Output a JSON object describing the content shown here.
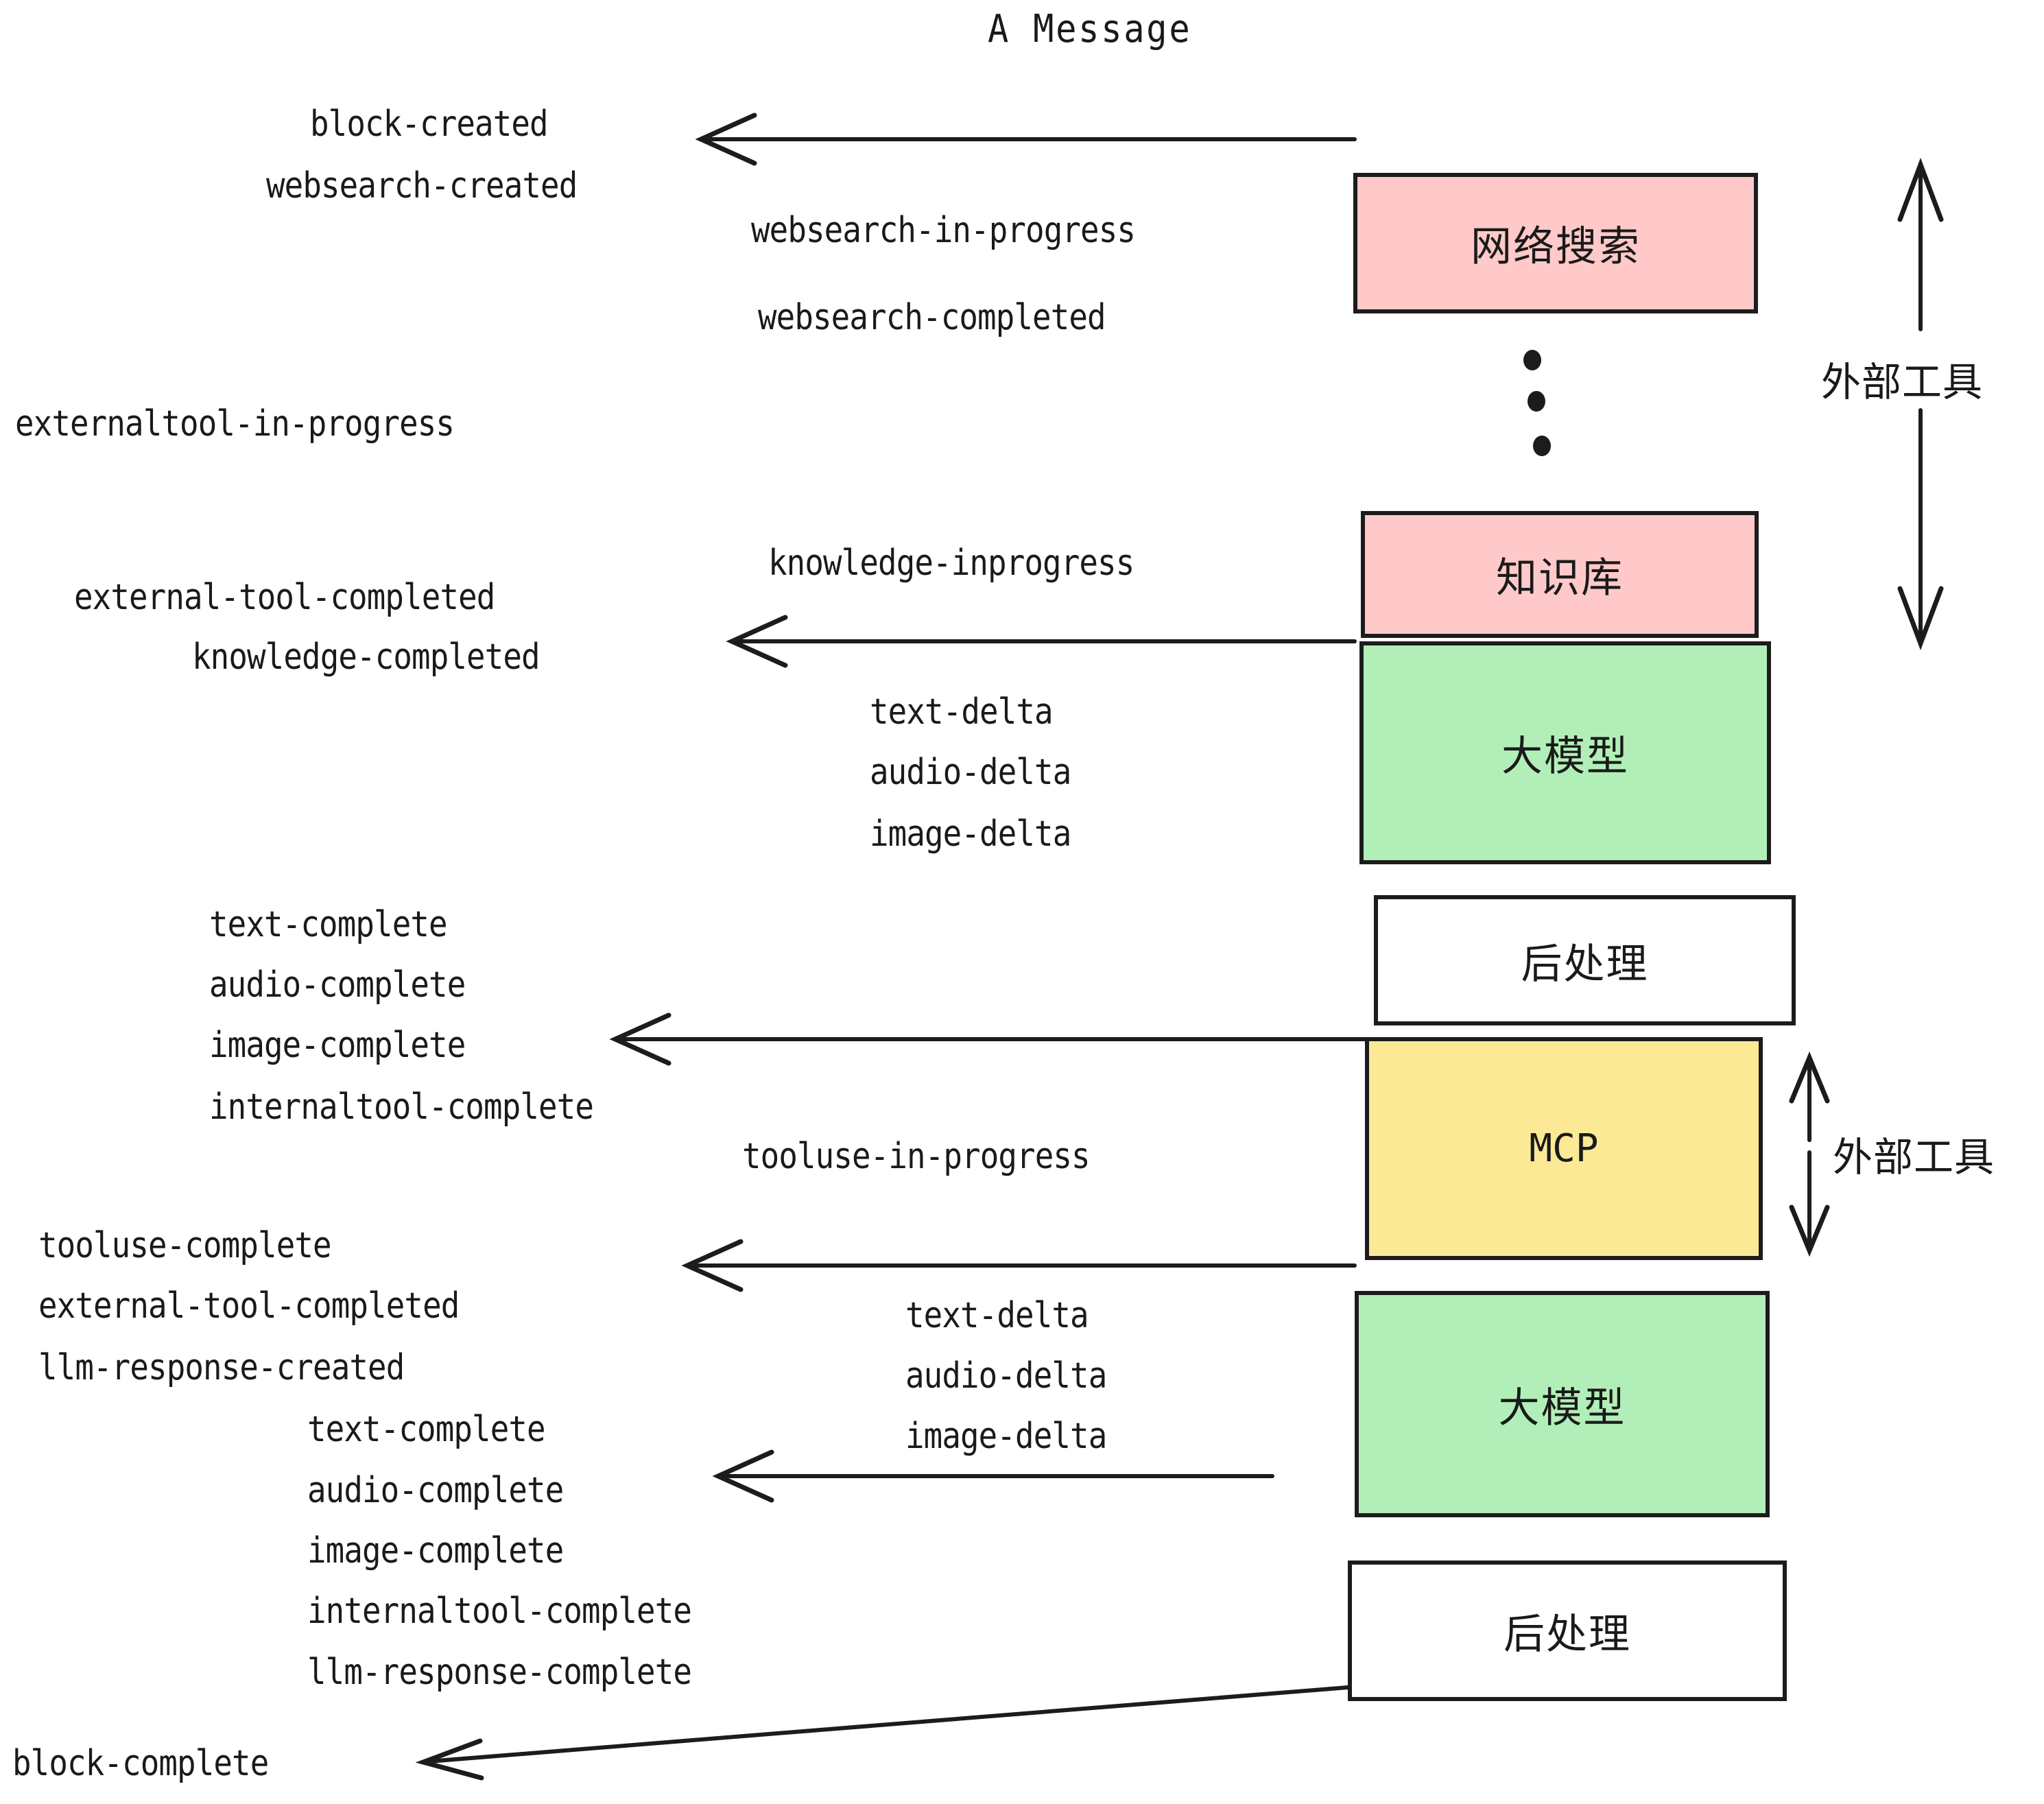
{
  "diagram": {
    "title": "A Message",
    "colors": {
      "tool_pink": "#FFC9C9",
      "model_green": "#B2EFB8",
      "mcp_yellow": "#FCE996",
      "post_white": "#FFFFFF",
      "stroke": "#1C1C1C",
      "text": "#1A1A1A",
      "background": "#FFFFFF"
    },
    "boxes": [
      {
        "id": "websearch",
        "label": "网络搜索",
        "fill": "#FFC9C9"
      },
      {
        "id": "knowledge",
        "label": "知识库",
        "fill": "#FFC9C9"
      },
      {
        "id": "llm-1",
        "label": "大模型",
        "fill": "#B2EFB8"
      },
      {
        "id": "postprocess-1",
        "label": "后处理",
        "fill": "#FFFFFF"
      },
      {
        "id": "mcp",
        "label": "MCP",
        "fill": "#FCE996"
      },
      {
        "id": "llm-2",
        "label": "大模型",
        "fill": "#B2EFB8"
      },
      {
        "id": "postprocess-2",
        "label": "后处理",
        "fill": "#FFFFFF"
      }
    ],
    "side_labels": [
      {
        "id": "external-tools-top",
        "label": "外部工具"
      },
      {
        "id": "external-tools-bottom",
        "label": "外部工具"
      }
    ],
    "events": {
      "block_created": "block-created",
      "websearch_created": "websearch-created",
      "websearch_in_progress": "websearch-in-progress",
      "websearch_completed": "websearch-completed",
      "externaltool_in_progress": "externaltool-in-progress",
      "knowledge_inprogress": "knowledge-inprogress",
      "external_tool_completed_1": "external-tool-completed",
      "knowledge_completed": "knowledge-completed",
      "text_delta_1": "text-delta",
      "audio_delta_1": "audio-delta",
      "image_delta_1": "image-delta",
      "text_complete_1": "text-complete",
      "audio_complete_1": "audio-complete",
      "image_complete_1": "image-complete",
      "internaltool_complete_1": "internaltool-complete",
      "tooluse_in_progress": "tooluse-in-progress",
      "tooluse_complete": "tooluse-complete",
      "external_tool_completed_2": "external-tool-completed",
      "llm_response_created": "llm-response-created",
      "text_delta_2": "text-delta",
      "audio_delta_2": "audio-delta",
      "image_delta_2": "image-delta",
      "text_complete_2": "text-complete",
      "audio_complete_2": "audio-complete",
      "image_complete_2": "image-complete",
      "internaltool_complete_2": "internaltool-complete",
      "llm_response_complete": "llm-response-complete",
      "block_complete": "block-complete"
    }
  }
}
